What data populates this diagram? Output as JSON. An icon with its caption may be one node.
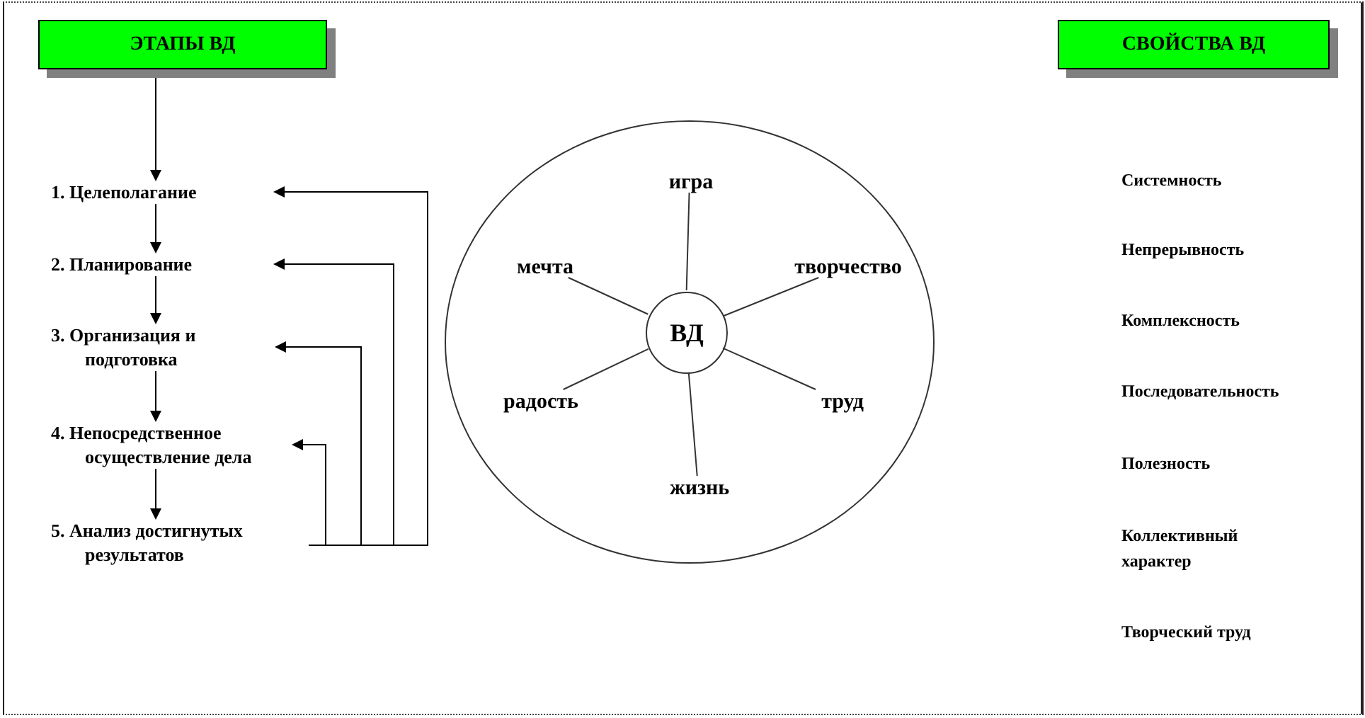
{
  "diagram": {
    "nodes": [
      {
        "text": [
          "ЭТАПЫ ВД"
        ]
      },
      {
        "text": [
          "1. Целеполагание"
        ]
      },
      {
        "text": [
          "2. Планирование"
        ]
      },
      {
        "text": [
          "3. Организация и подготовка"
        ]
      },
      {
        "text": [
          "4. Непосредственное осуществление дела"
        ]
      },
      {
        "text": [
          "5. Анализ достигнутых результатов"
        ]
      },
      {
        "text": [],
        "shape": "circle"
      },
      {
        "text": [
          "ВД"
        ],
        "in": 6
      },
      {
        "text": [
          "игра"
        ],
        "in": 6
      },
      {
        "text": [
          "мечта"
        ],
        "in": 6
      },
      {
        "text": [
          "творчество"
        ],
        "in": 6
      },
      {
        "text": [
          "радость"
        ],
        "in": 6
      },
      {
        "text": [
          "труд"
        ],
        "in": 6
      },
      {
        "text": [
          "жизнь"
        ],
        "in": 6
      },
      {
        "text": [
          "СВОЙСТВА ВД"
        ]
      }
    ],
    "edges": [
      {
        "from": 0,
        "to": 1,
        "arrow": "to"
      },
      {
        "from": 1,
        "to": 2,
        "arrow": "to"
      },
      {
        "from": 2,
        "to": 3,
        "arrow": "to"
      },
      {
        "from": 3,
        "to": 4,
        "arrow": "to"
      },
      {
        "from": 4,
        "to": 5,
        "arrow": "to"
      },
      {
        "from": 5,
        "to": 1,
        "arrow": "to"
      },
      {
        "from": 5,
        "to": 2,
        "arrow": "to"
      },
      {
        "from": 5,
        "to": 3,
        "arrow": "to"
      },
      {
        "from": 5,
        "to": 4,
        "arrow": "to"
      },
      {
        "from": 7,
        "to": 8,
        "arrow": "none"
      },
      {
        "from": 7,
        "to": 9,
        "arrow": "none"
      },
      {
        "from": 7,
        "to": 10,
        "arrow": "none"
      },
      {
        "from": 7,
        "to": 11,
        "arrow": "none"
      },
      {
        "from": 7,
        "to": 12,
        "arrow": "none"
      },
      {
        "from": 7,
        "to": 13,
        "arrow": "none"
      }
    ],
    "labels": [
      "Системность",
      "Непрерывность",
      "Комплексность",
      "Последовательность",
      "Полезность",
      "Коллективный характер",
      "Творческий труд"
    ]
  }
}
